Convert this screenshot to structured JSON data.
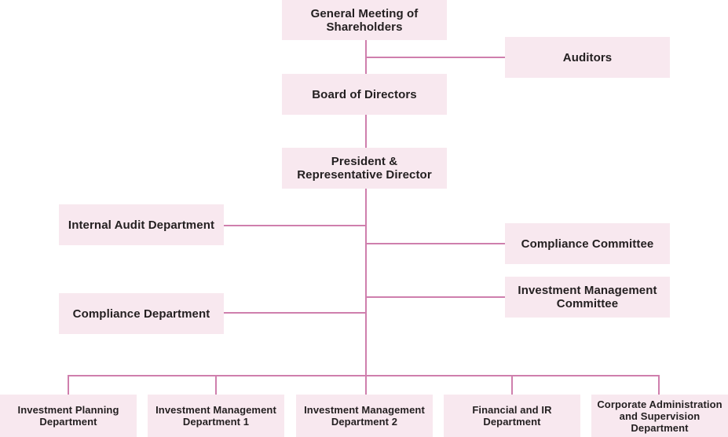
{
  "colors": {
    "box_fill": "#f8e8ef",
    "connector": "#cf7fad",
    "text": "#231f20"
  },
  "org_chart": {
    "general_meeting": "General Meeting of\nShareholders",
    "auditors": "Auditors",
    "board": "Board of Directors",
    "president": "President &\nRepresentative Director",
    "internal_audit": "Internal Audit Department",
    "compliance_committee": "Compliance Committee",
    "investment_committee": "Investment Management\nCommittee",
    "compliance_department": "Compliance Department",
    "departments": [
      "Investment Planning\nDepartment",
      "Investment Management\nDepartment 1",
      "Investment Management\nDepartment 2",
      "Financial and IR\nDepartment",
      "Corporate Administration\nand Supervision\nDepartment"
    ]
  }
}
